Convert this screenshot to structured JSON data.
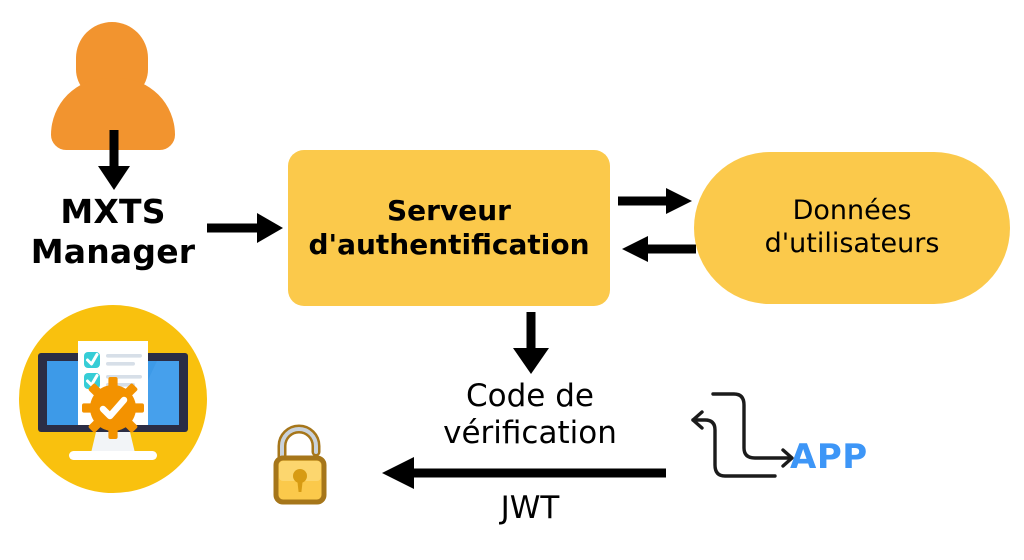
{
  "diagram": {
    "title": "Authentication flow diagram",
    "language": "fr",
    "colors": {
      "node_fill": "#FBC94B",
      "actor_orange": "#F2942F",
      "badge_yellow": "#F9C10E",
      "app_blue": "#3D96F7",
      "arrow_black": "#000000",
      "lock_body": "#FBC94B",
      "lock_outline": "#A6761A",
      "monitor_frame": "#2B2D45",
      "monitor_screen": "#3D9AE8",
      "check_teal": "#36CDD6",
      "gear_orange": "#F39200"
    },
    "nodes": {
      "actor": {
        "icon": "person-icon",
        "label_line1": "MXTS",
        "label_line2": "Manager"
      },
      "auth_server": {
        "label_line1": "Serveur",
        "label_line2": "d'authentification"
      },
      "user_data": {
        "label_line1": "Données",
        "label_line2": "d'utilisateurs"
      },
      "verification": {
        "label_line1": "Code de",
        "label_line2": "vérification",
        "label_line3": "JWT"
      },
      "app": {
        "label": "APP",
        "icon": "exchange-arrows-icon"
      },
      "unlock": {
        "icon": "open-padlock-icon"
      },
      "certified_monitor": {
        "icon": "monitor-checklist-badge-icon"
      }
    },
    "edges": [
      {
        "name": "actor-to-manager",
        "from": "person-icon",
        "to": "MXTS Manager",
        "direction": "down",
        "label": ""
      },
      {
        "name": "manager-to-auth",
        "from": "MXTS Manager",
        "to": "Serveur d'authentification",
        "direction": "right",
        "label": ""
      },
      {
        "name": "auth-to-userdata",
        "from": "Serveur d'authentification",
        "to": "Données d'utilisateurs",
        "direction": "right",
        "label": ""
      },
      {
        "name": "userdata-to-auth",
        "from": "Données d'utilisateurs",
        "to": "Serveur d'authentification",
        "direction": "left",
        "label": ""
      },
      {
        "name": "auth-to-verification",
        "from": "Serveur d'authentification",
        "to": "Code de vérification",
        "direction": "down",
        "label": ""
      },
      {
        "name": "verification-to-unlock",
        "from": "JWT",
        "to": "open-padlock-icon",
        "direction": "left",
        "label": "Code de vérification JWT"
      }
    ]
  }
}
